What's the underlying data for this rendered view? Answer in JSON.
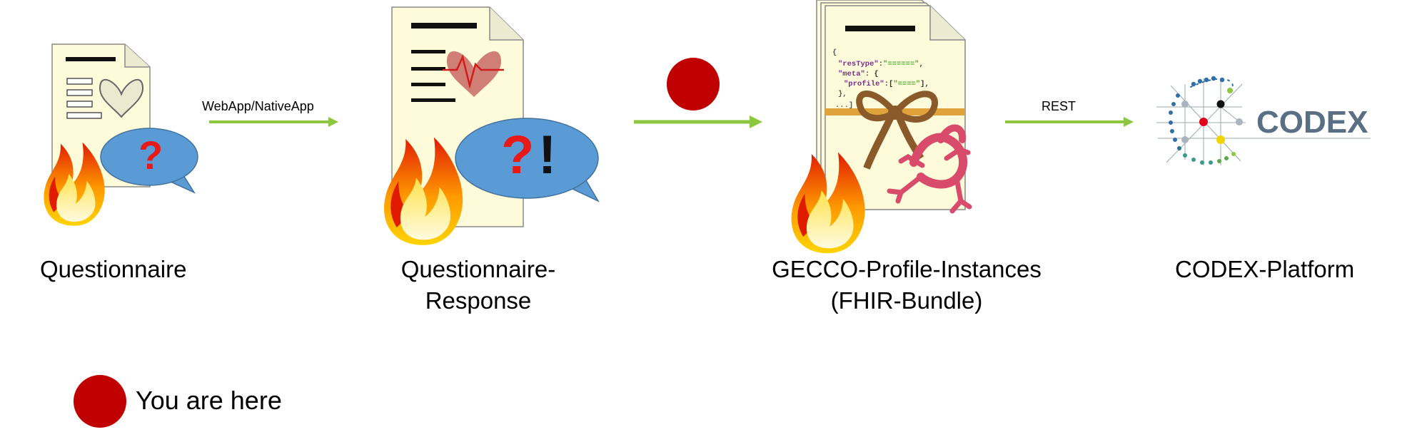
{
  "stages": {
    "questionnaire": {
      "label": "Questionnaire"
    },
    "response": {
      "label_line1": "Questionnaire-",
      "label_line2": "Response",
      "marks": "?",
      "excl": "!"
    },
    "bundle": {
      "label_line1": "GECCO-Profile-Instances",
      "label_line2": "(FHIR-Bundle)"
    },
    "codex": {
      "label": "CODEX-Platform",
      "logo_text": "CODEX"
    }
  },
  "questionnaire_mark": "?",
  "arrows": {
    "a1": {
      "label": "WebApp/NativeApp"
    },
    "a3": {
      "label": "REST"
    }
  },
  "json_snippet": {
    "l1": "{",
    "l2_key": "\"resType\"",
    "l2_val": "\"======\"",
    "l3_key": "\"meta\"",
    "l4_key": "\"profile\"",
    "l4_val": "\"====\"",
    "l5": "},",
    "l6": "...]"
  },
  "legend": {
    "label": "You are here"
  },
  "colors": {
    "arrow": "#8dc63f",
    "marker": "#c00000",
    "bubble": "#5b9bd5",
    "paper": "#fdfbd9",
    "codex_text": "#5a6f84"
  }
}
